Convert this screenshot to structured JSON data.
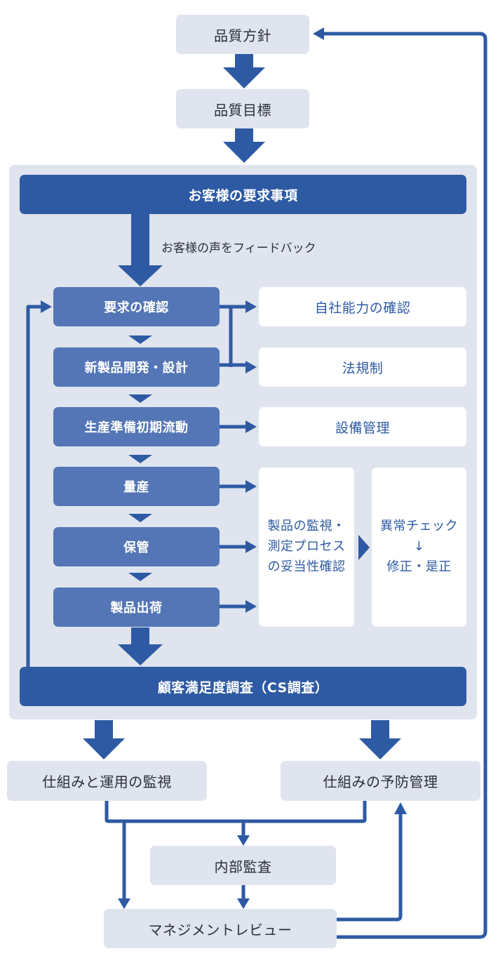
{
  "colors": {
    "primary_dark": "#2e5aa3",
    "step_box": "#5476b6",
    "panel": "#dfe4ee",
    "white_box_text": "#2e5aa3"
  },
  "top": {
    "policy": "品質方針",
    "objectives": "品質目標"
  },
  "process": {
    "header": "お客様の要求事項",
    "feedback_label": "お客様の声をフィードバック",
    "steps": [
      "要求の確認",
      "新製品開発・設計",
      "生産準備初期流動",
      "量産",
      "保管",
      "製品出荷"
    ],
    "side": {
      "capability": "自社能力の確認",
      "regulation": "法規制",
      "equipment": "設備管理",
      "monitoring_lines": [
        "製品の監視・",
        "測定プロセス",
        "の妥当性確認"
      ],
      "abnormal_lines": [
        "異常チェック",
        "↓",
        "修正・是正"
      ]
    },
    "footer": "顧客満足度調査（CS調査）"
  },
  "bottom": {
    "monitoring": "仕組みと運用の監視",
    "prevention": "仕組みの予防管理",
    "audit": "内部監査",
    "review": "マネジメントレビュー"
  }
}
